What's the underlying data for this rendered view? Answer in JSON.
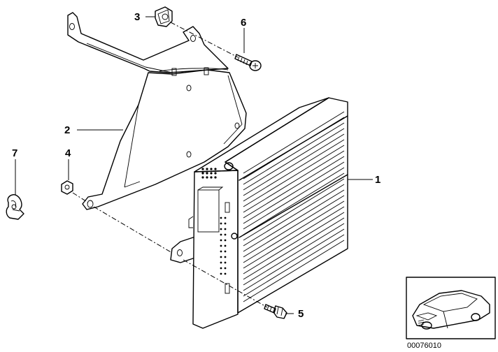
{
  "callouts": [
    {
      "id": "p1",
      "label": "1"
    },
    {
      "id": "p2",
      "label": "2"
    },
    {
      "id": "p3",
      "label": "3"
    },
    {
      "id": "p4",
      "label": "4"
    },
    {
      "id": "p5",
      "label": "5"
    },
    {
      "id": "p6",
      "label": "6"
    },
    {
      "id": "p7",
      "label": "7"
    }
  ],
  "diagram_code": "00076010"
}
